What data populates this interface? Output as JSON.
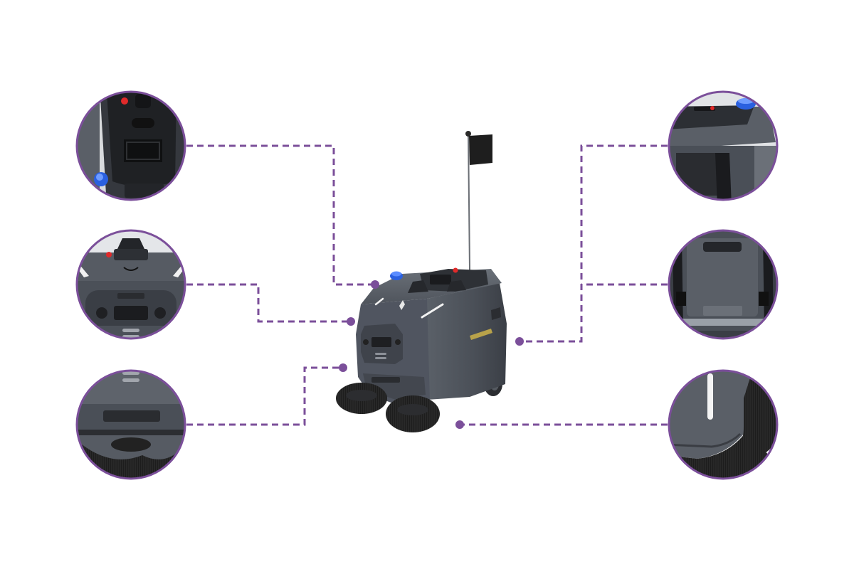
{
  "diagram": {
    "accent_color": "#7b4f9a",
    "connector_style": "dashed",
    "robot": {
      "icon": "robotic-floor-sweeper",
      "body_color": "#4a4f57",
      "brush_color": "#1b1b1b",
      "indicator_colors": {
        "blue": "#2a60e0",
        "red": "#e02a2a"
      }
    },
    "callouts": [
      {
        "id": "left-1",
        "side": "left",
        "icon": "control-panel-detail"
      },
      {
        "id": "left-2",
        "side": "left",
        "icon": "front-sensor-camera-detail"
      },
      {
        "id": "left-3",
        "side": "left",
        "icon": "front-bumper-brush-detail"
      },
      {
        "id": "right-1",
        "side": "right",
        "icon": "top-rear-cover-detail"
      },
      {
        "id": "right-2",
        "side": "right",
        "icon": "rear-hatch-detail"
      },
      {
        "id": "right-3",
        "side": "right",
        "icon": "side-brush-detail"
      }
    ]
  }
}
